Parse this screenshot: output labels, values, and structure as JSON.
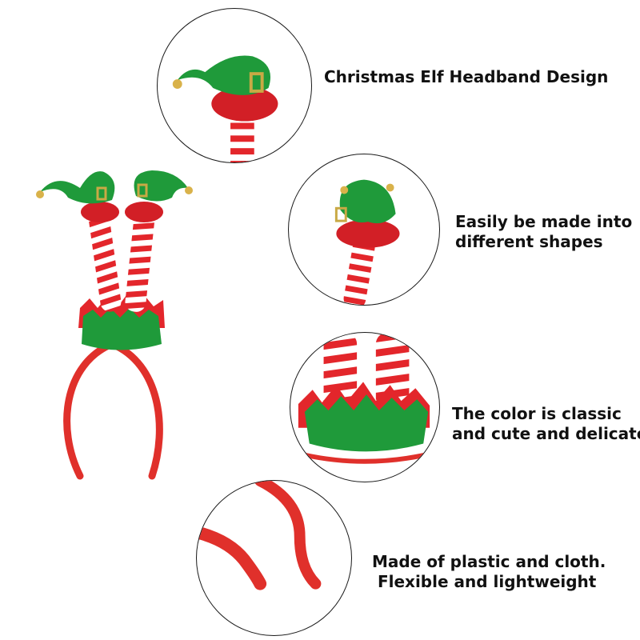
{
  "features": [
    {
      "lines": [
        "Christmas Elf Headband Design"
      ]
    },
    {
      "lines": [
        "Easily be made into",
        "different shapes"
      ]
    },
    {
      "lines": [
        "The color is classic",
        "and cute and delicate"
      ]
    },
    {
      "lines": [
        "Made of plastic and cloth.",
        " Flexible and lightweight"
      ]
    }
  ],
  "colors": {
    "elf_green": "#1f9a3a",
    "elf_red": "#e3262b",
    "stripe_white": "#ffffff",
    "band_red": "#e0302b",
    "buckle_gold": "#c9a945",
    "outline": "#1a1a1a"
  },
  "icons": {
    "bell": "jingle-bell-icon",
    "buckle": "buckle-icon"
  }
}
